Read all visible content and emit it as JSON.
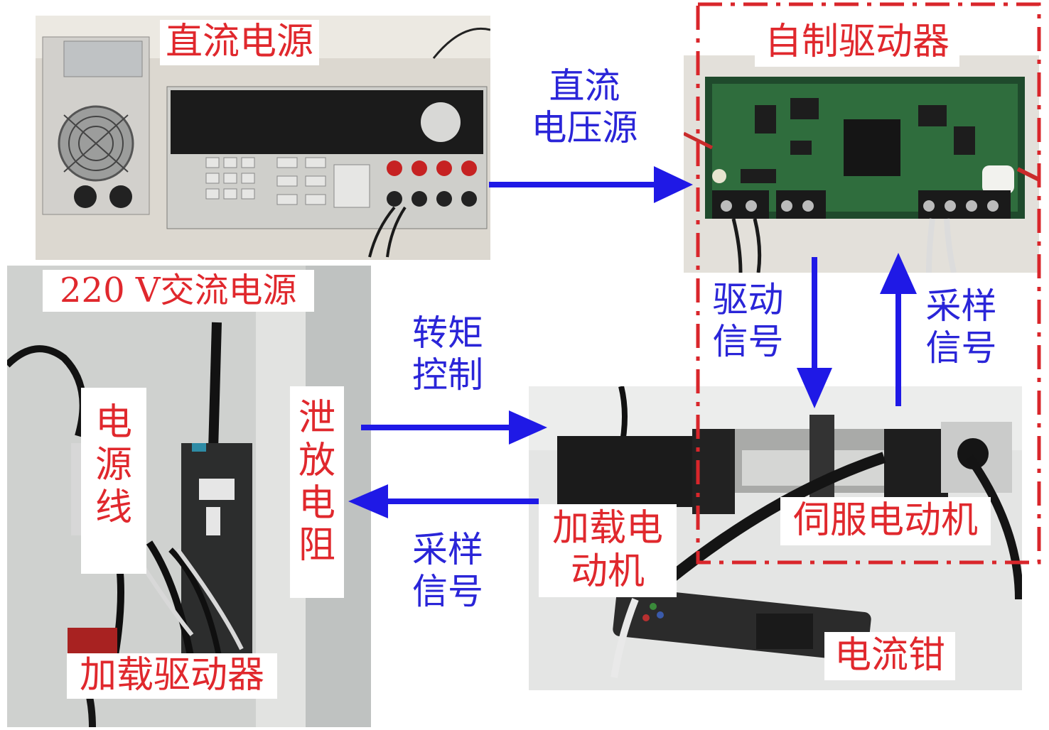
{
  "labels": {
    "dc_power": "直流电源",
    "self_driver": "自制驱动器",
    "ac_power": "220 V交流电源",
    "power_line": "电源线",
    "bleeder": "泄放电阻",
    "load_driver": "加载驱动器",
    "load_motor": "加载电动机",
    "servo_motor": "伺服电动机",
    "current_clamp": "电流钳"
  },
  "annotations": {
    "dc_voltage": [
      "直流",
      "电压源"
    ],
    "drive_signal": [
      "驱动",
      "信号"
    ],
    "sample_signal_right": [
      "采样",
      "信号"
    ],
    "torque_control": [
      "转矩",
      "控制"
    ],
    "sample_signal_left": [
      "采样",
      "信号"
    ]
  },
  "colors": {
    "label_red": "#e0282d",
    "arrow_blue": "#1f19e6",
    "dash_red": "#d9262b"
  }
}
